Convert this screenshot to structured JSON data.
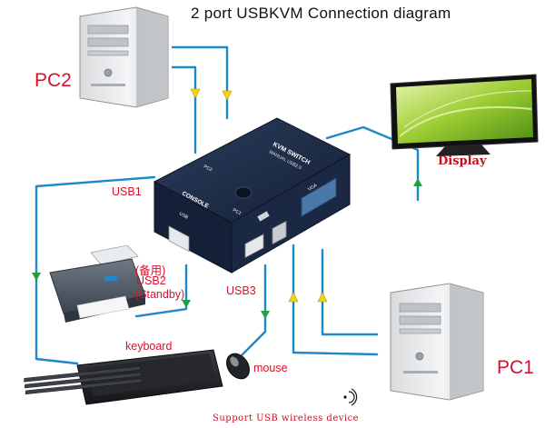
{
  "title": "2 port USBKVM Connection diagram",
  "labels": {
    "pc2": "PC2",
    "pc1": "PC1",
    "display": "Display",
    "usb1": "USB1",
    "usb2_cn": "(备用)",
    "usb2": "USB2",
    "standby": "(Standby)",
    "usb3": "USB3",
    "keyboard": "keyboard",
    "mouse": "mouse",
    "footer": "Support USB wireless device"
  },
  "device_text": {
    "kvm_title": "KVM SWITCH",
    "kvm_model": "MANUAL USB2.0",
    "console": "CONSOLE",
    "usb": "USB",
    "vga": "VGA",
    "pc1": "PC1",
    "pc2": "PC2"
  },
  "colors": {
    "cable": "#1e88c8",
    "arrow": "#f3d318",
    "label_red": "#d8102a",
    "kvm_body": "#1b2a44"
  }
}
